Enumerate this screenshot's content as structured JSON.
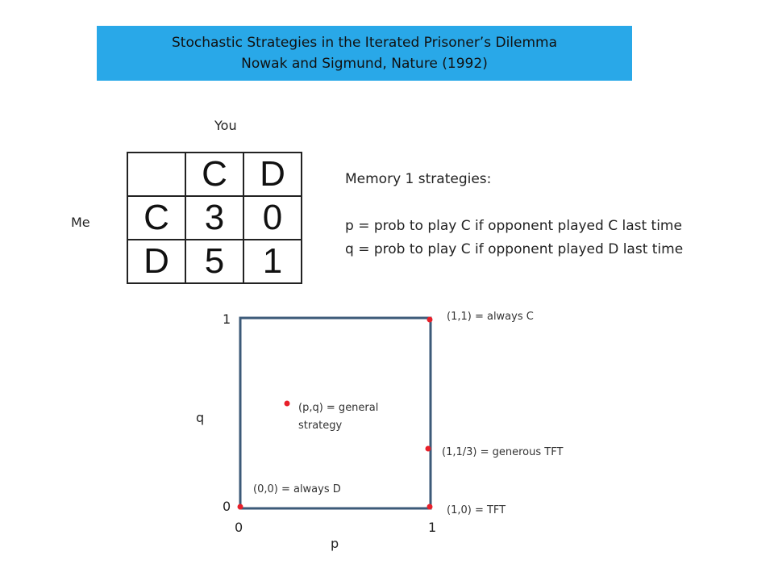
{
  "title": {
    "line1": "Stochastic Strategies in the Iterated Prisoner’s Dilemma",
    "line2": "Nowak and Sigmund, Nature (1992)"
  },
  "payoff": {
    "column_player_label": "You",
    "row_player_label": "Me",
    "column_headers": [
      "C",
      "D"
    ],
    "rows": [
      {
        "label": "C",
        "cells": [
          "3",
          "0"
        ]
      },
      {
        "label": "D",
        "cells": [
          "5",
          "1"
        ]
      }
    ]
  },
  "strategies": {
    "heading": "Memory 1 strategies:",
    "p_definition": "p = prob to play C if opponent played C last time",
    "q_definition": "q = prob to play C if opponent played D last time"
  },
  "diagram": {
    "x_axis_label": "p",
    "y_axis_label": "q",
    "x_ticks": [
      "0",
      "1"
    ],
    "y_ticks": [
      "0",
      "1"
    ],
    "point_color": "#e8202a",
    "border_color": "#3c5a78",
    "points": [
      {
        "p": 1,
        "q": 1,
        "label": "(1,1) = always C"
      },
      {
        "p": 0.25,
        "q": 0.55,
        "label_line1": "(p,q) = general",
        "label_line2": "strategy"
      },
      {
        "p": 1,
        "q": 0.33,
        "label": "(1,1/3) = generous TFT"
      },
      {
        "p": 0,
        "q": 0,
        "label": "(0,0) = always D"
      },
      {
        "p": 1,
        "q": 0,
        "label": "(1,0) = TFT"
      }
    ]
  }
}
